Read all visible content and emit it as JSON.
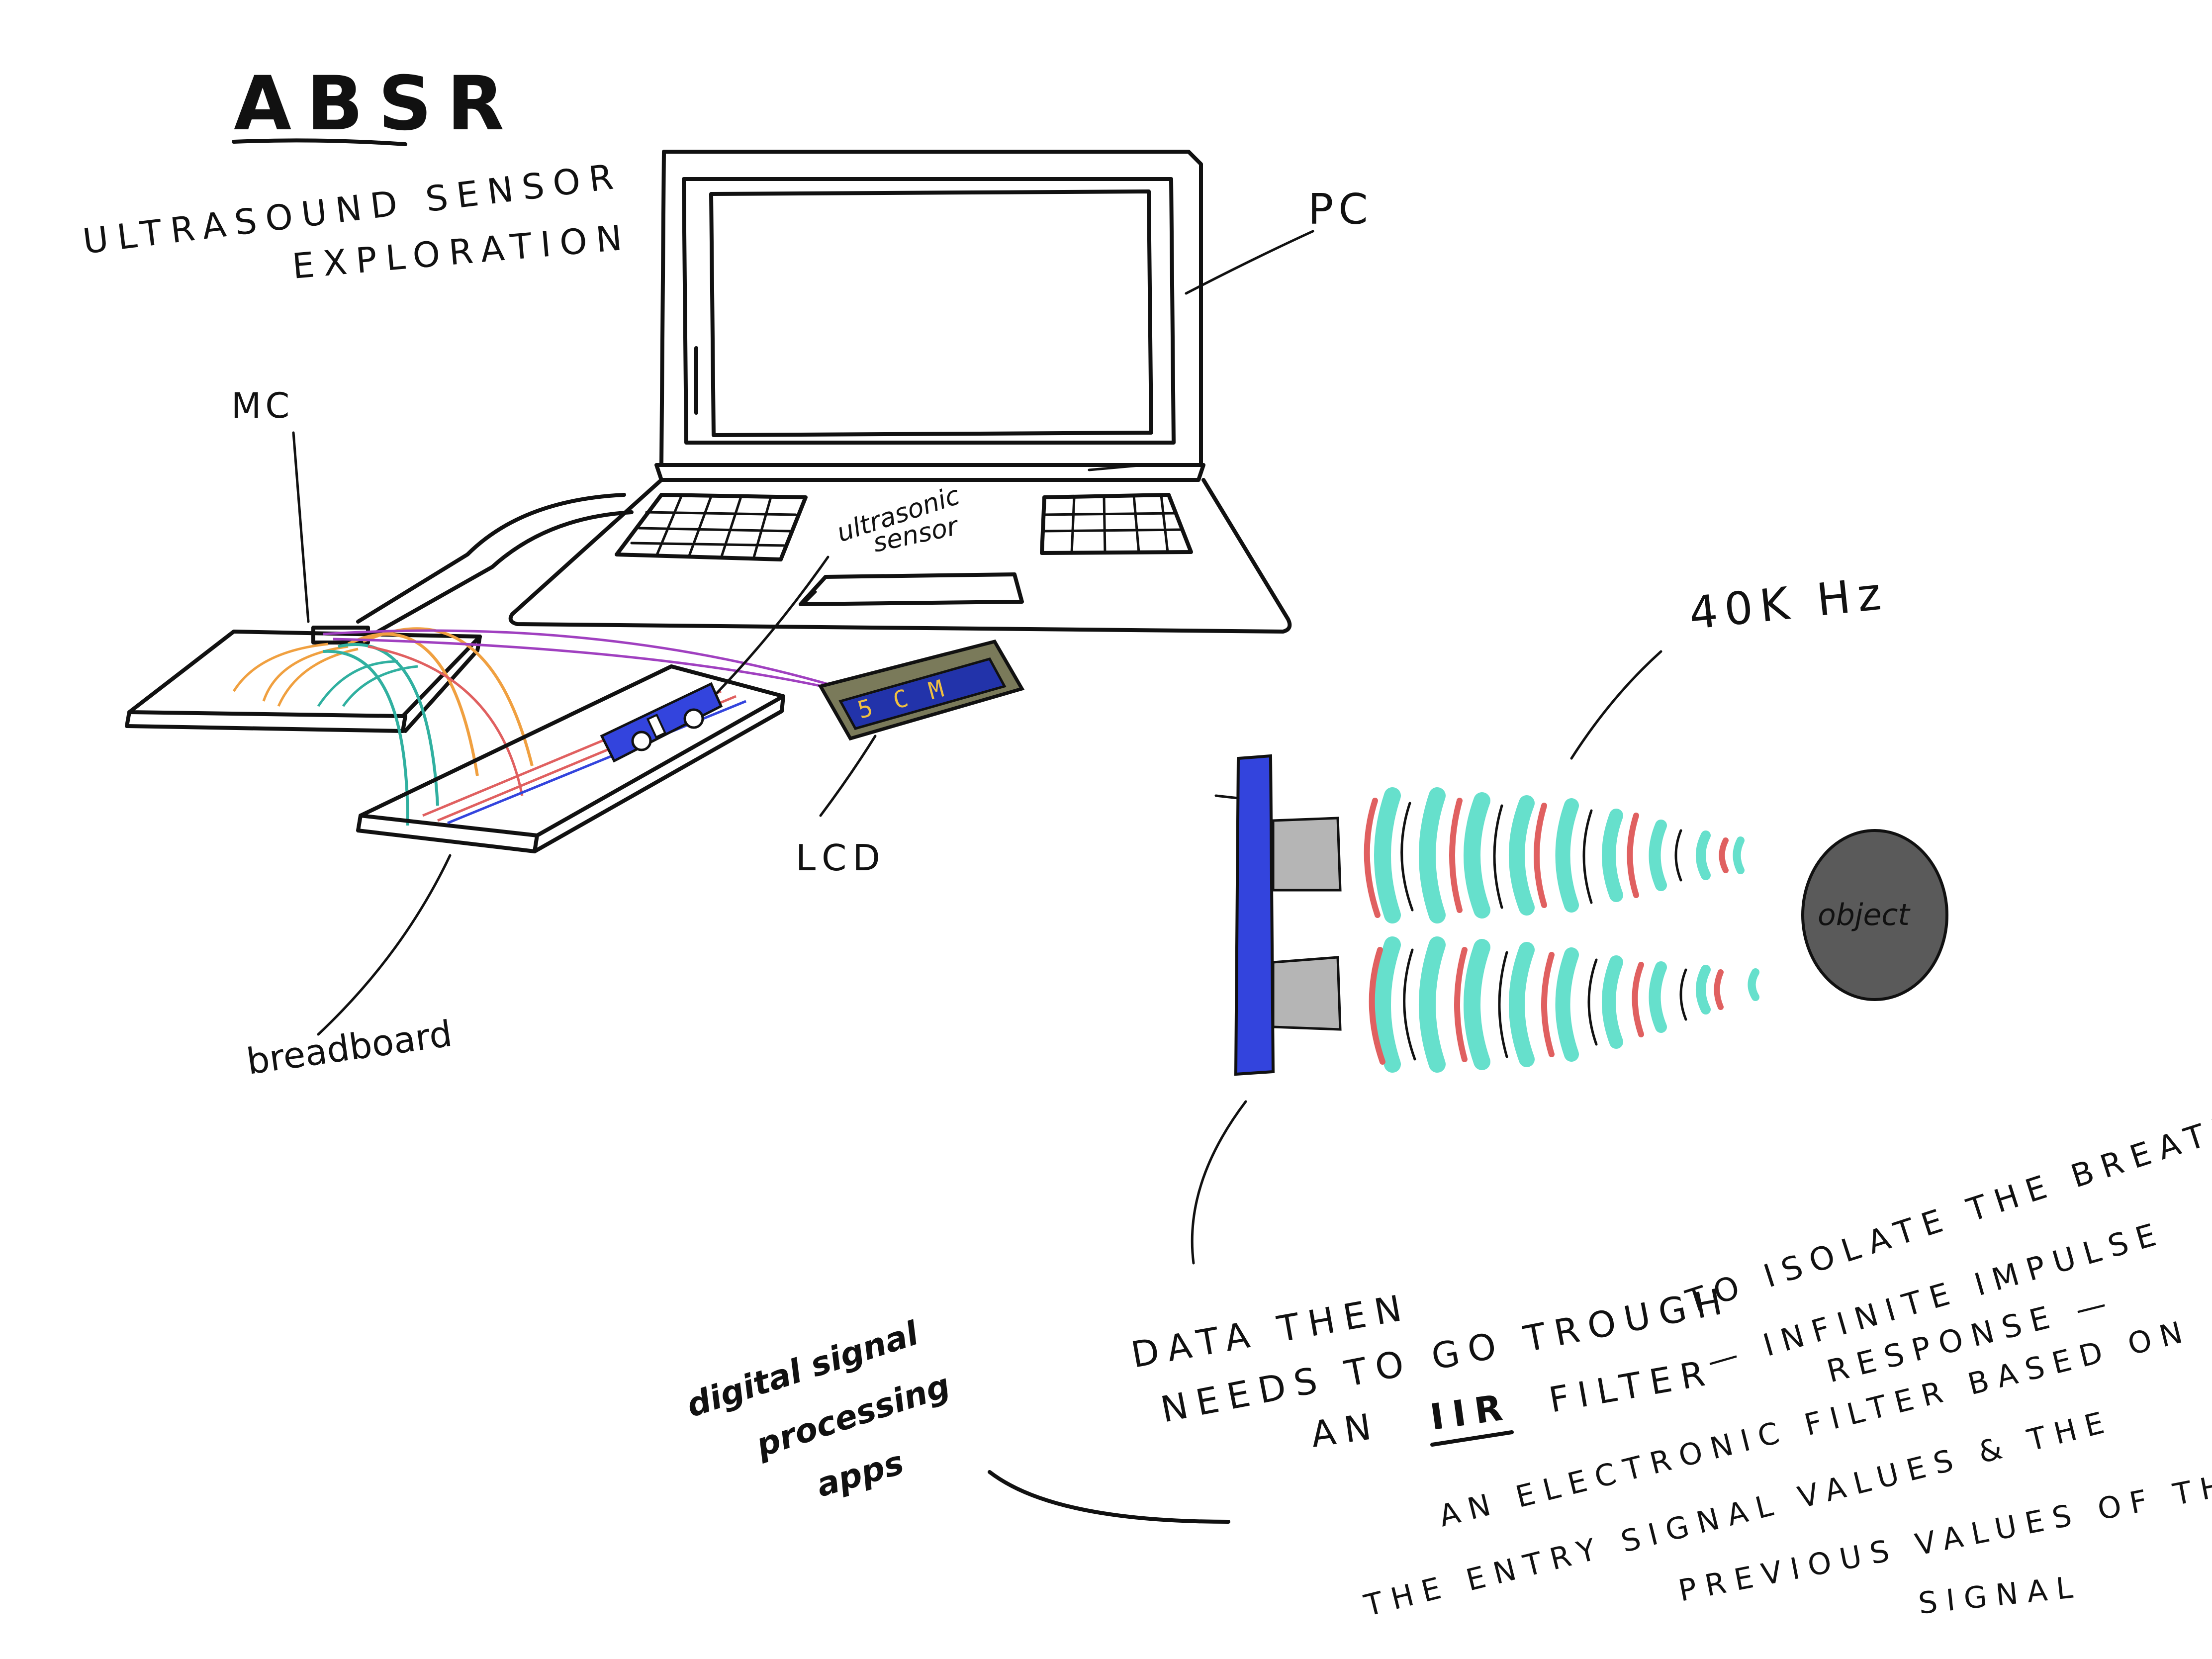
{
  "title": "ABSR",
  "subtitle_line1": "ULTRASOUND SENSOR",
  "subtitle_line2": "EXPLORATION",
  "labels": {
    "pc": "PC",
    "mc": "MC",
    "ultrasonic_line1": "ultrasonic",
    "ultrasonic_line2": "sensor",
    "lcd": "LCD",
    "lcd_display": "5 C M",
    "breadboard": "breadboard",
    "frequency": "40K Hz",
    "object": "object"
  },
  "notes": {
    "data_line1": "DATA THEN",
    "data_line2": "NEEDS TO GO TROUGH",
    "data_line3": "TO ISOLATE THE BREATH",
    "iir_prefix": "AN",
    "iir": "IIR",
    "iir_suffix": "FILTER",
    "infinite_line1": "— INFINITE IMPULSE",
    "infinite_line2": "RESPONSE —",
    "electronic_line1": "AN ELECTRONIC FILTER BASED ON",
    "electronic_line2": "THE ENTRY SIGNAL VALUES & THE",
    "electronic_line3": "PREVIOUS VALUES OF THIS",
    "electronic_line4": "SIGNAL",
    "dsp_line1": "digital signal",
    "dsp_line2": "processing",
    "dsp_line3": "apps"
  },
  "colors": {
    "ink": "#111111",
    "sensor_blue": "#3344dd",
    "wave_cyan": "#66e0cc",
    "wave_red": "#e06060",
    "wire_orange": "#f0a040",
    "wire_purple": "#a040c0",
    "wire_teal": "#30b0a0",
    "transducer_grey": "#b5b5b5",
    "object_grey": "#5a5a5a",
    "lcd_frame": "#7a7a5a"
  }
}
